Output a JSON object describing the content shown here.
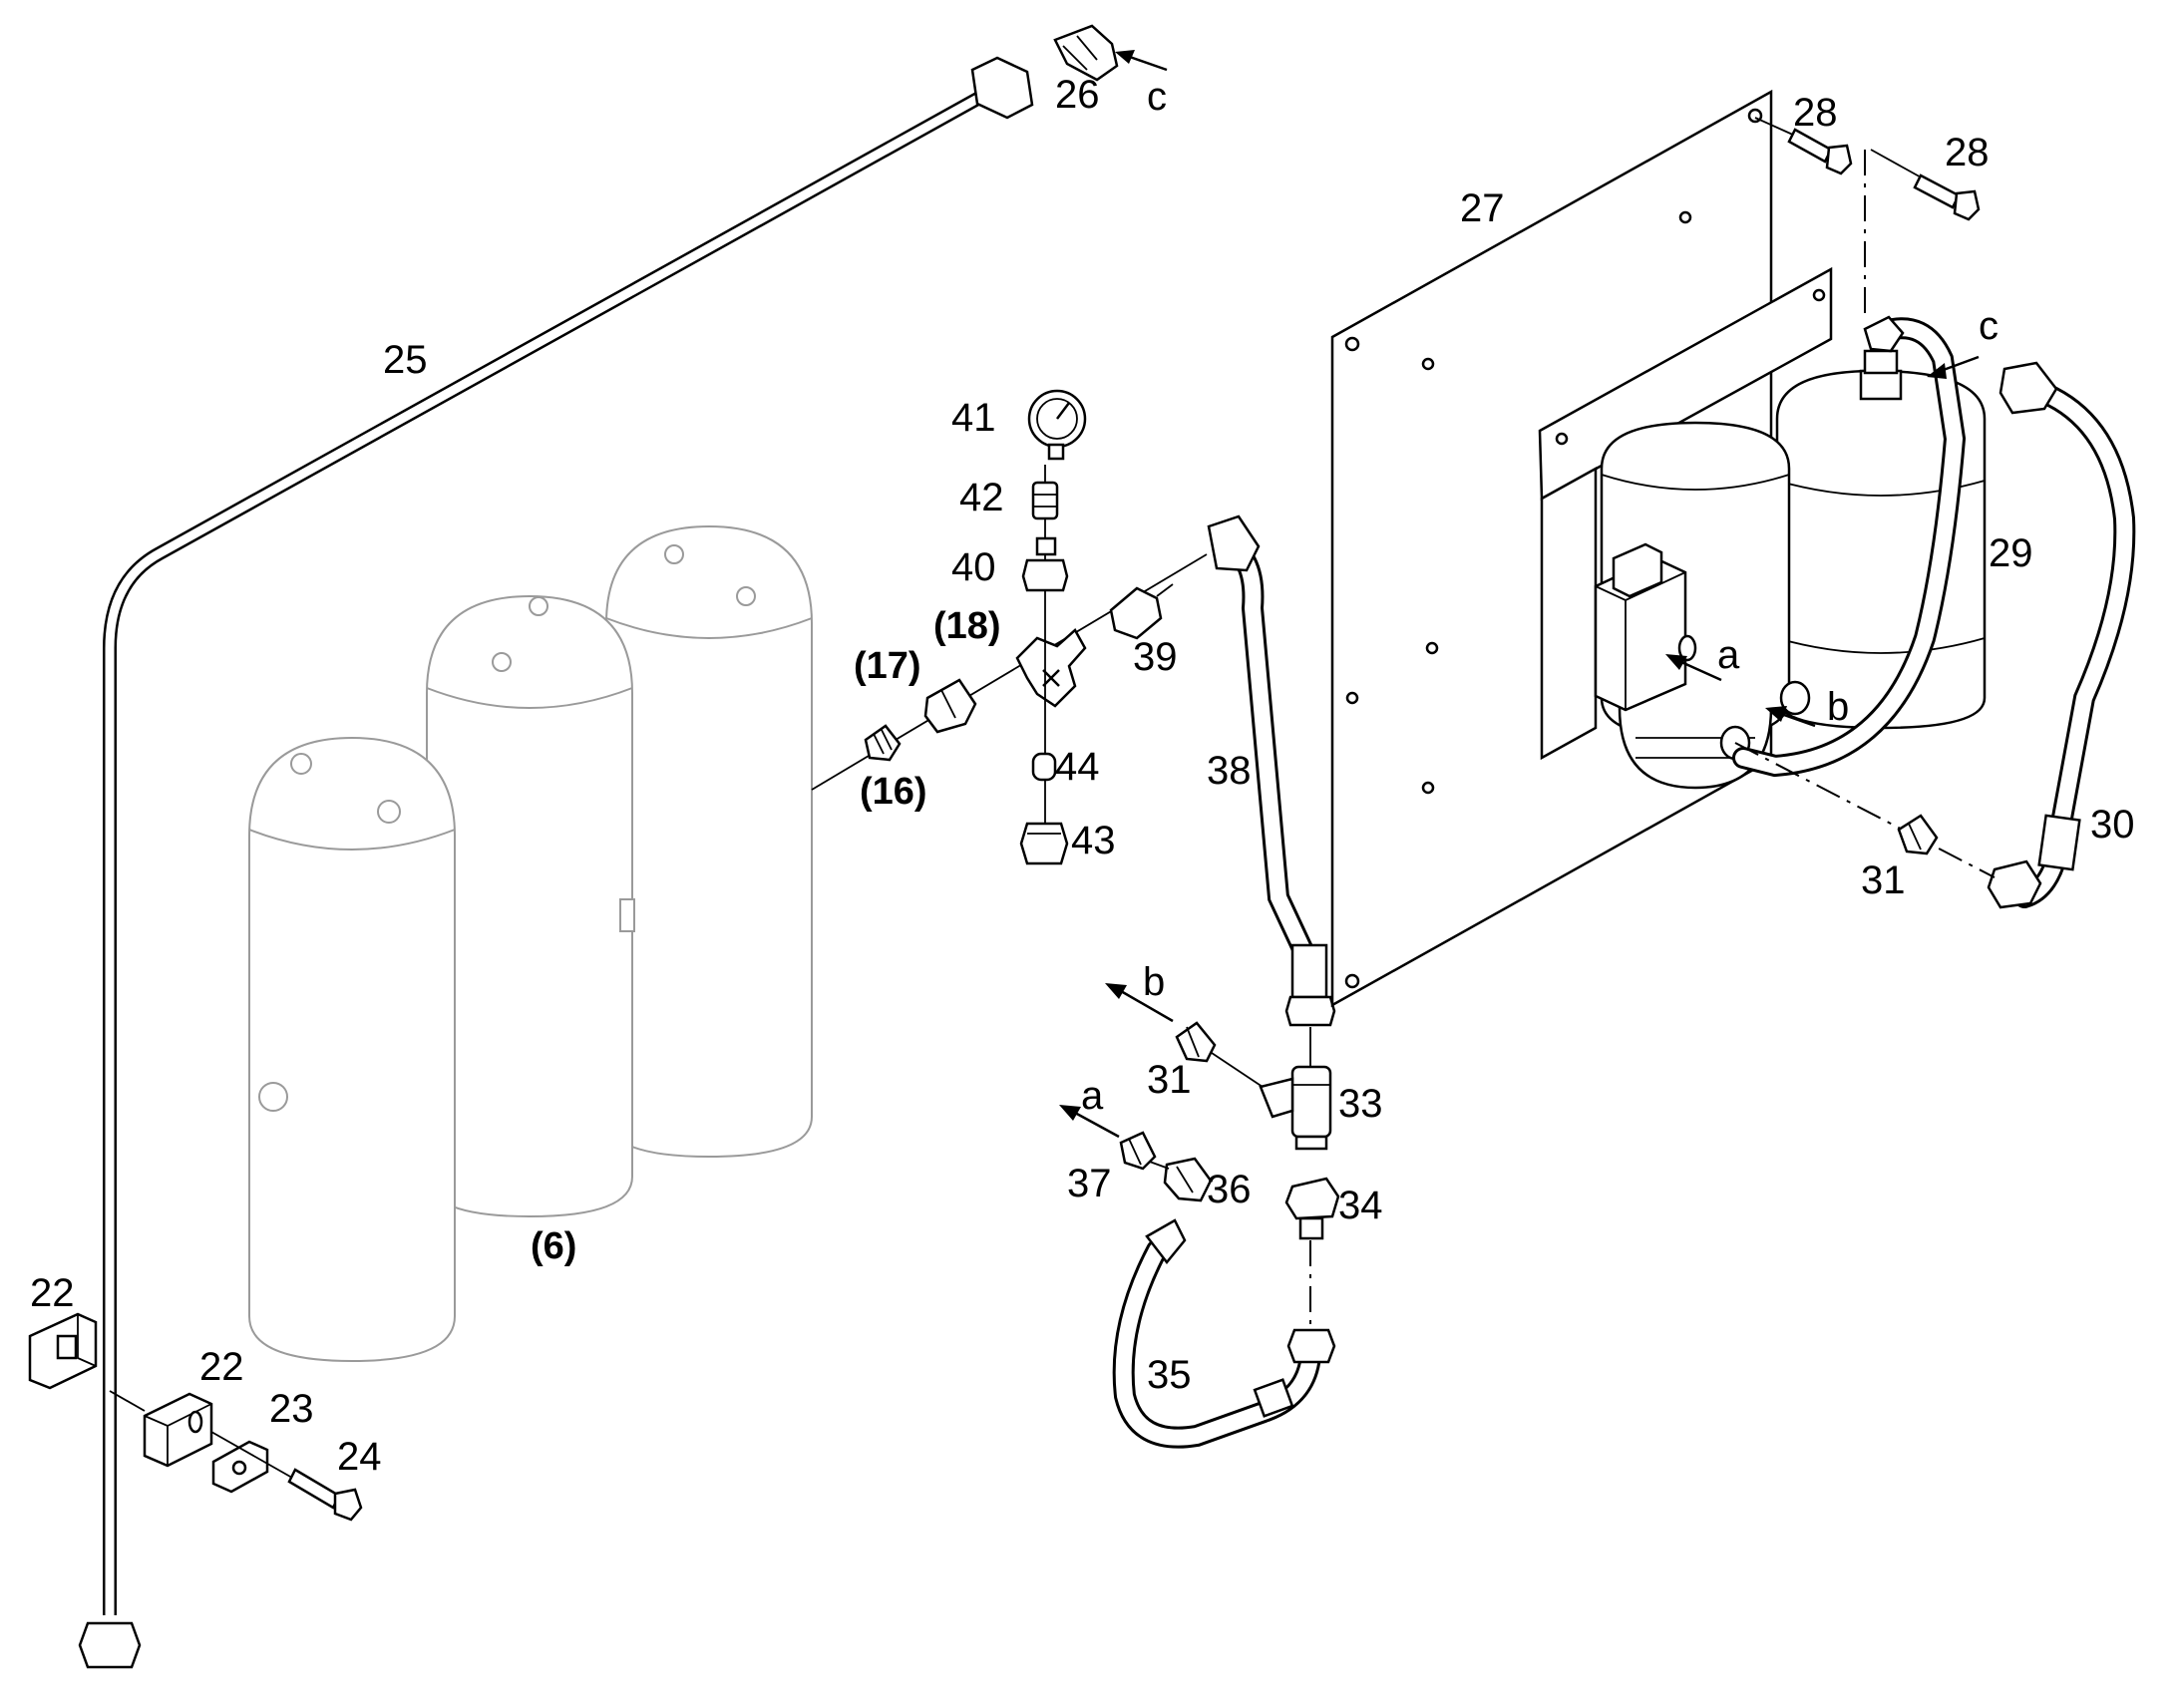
{
  "diagram": {
    "part_labels": {
      "p22a": "22",
      "p22b": "22",
      "p23": "23",
      "p24": "24",
      "p25": "25",
      "p26": "26",
      "p27": "27",
      "p28a": "28",
      "p28b": "28",
      "p29": "29",
      "p30": "30",
      "p31a": "31",
      "p31b": "31",
      "p33": "33",
      "p34": "34",
      "p35": "35",
      "p36": "36",
      "p37": "37",
      "p38": "38",
      "p39": "39",
      "p40": "40",
      "p41": "41",
      "p42": "42",
      "p43": "43",
      "p44": "44"
    },
    "reference_labels": {
      "r6": "(6)",
      "r16": "(16)",
      "r17": "(17)",
      "r18": "(18)"
    },
    "connection_letters": {
      "c_top": "c",
      "c_right": "c",
      "a_right": "a",
      "b_right": "b",
      "b_left": "b",
      "a_left": "a"
    }
  }
}
